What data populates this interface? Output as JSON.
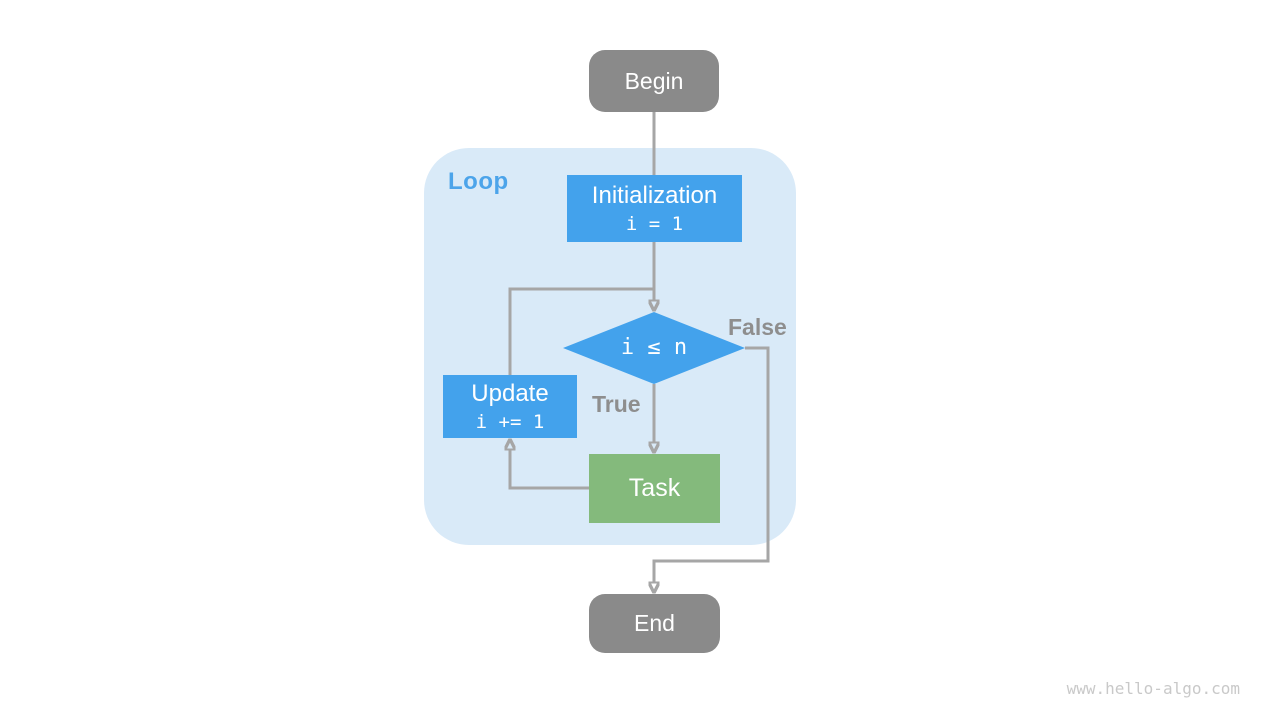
{
  "diagram": {
    "title_none": "",
    "loop_container": {
      "label": "Loop"
    },
    "nodes": {
      "begin": {
        "label": "Begin"
      },
      "initialization": {
        "label": "Initialization",
        "code": "i = 1"
      },
      "condition": {
        "label": "i ≤ n"
      },
      "update": {
        "label": "Update",
        "code": "i += 1"
      },
      "task": {
        "label": "Task"
      },
      "end": {
        "label": "End"
      }
    },
    "edge_labels": {
      "true_branch": "True",
      "false_branch": "False"
    },
    "colors": {
      "terminal_gray": "#8a8a8a",
      "process_blue": "#43a2ec",
      "task_green": "#84ba7c",
      "loop_background": "#d9eaf8",
      "loop_label_blue": "#4ca4ea",
      "edge_gray": "#a6a6a6",
      "edge_label_gray": "#8e8e8e",
      "text_white": "#ffffff",
      "watermark_gray": "#c9c9c9"
    },
    "watermark": "www.hello-algo.com"
  }
}
